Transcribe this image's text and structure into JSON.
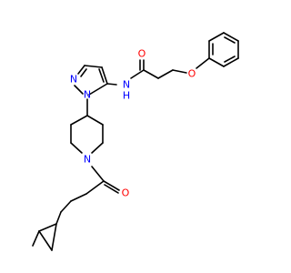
{
  "molecule": {
    "atoms": [
      {
        "id": "o_ether",
        "label": "O",
        "color": "#ff0000"
      },
      {
        "id": "o_amide",
        "label": "O",
        "color": "#ff0000"
      },
      {
        "id": "n_amide",
        "label": "N",
        "color": "#0000ff"
      },
      {
        "id": "h_amide",
        "label": "H",
        "color": "#0000ff"
      },
      {
        "id": "n_pyrazole_top",
        "label": "N",
        "color": "#0000ff"
      },
      {
        "id": "n_pyrazole_bottom",
        "label": "N",
        "color": "#0000ff"
      },
      {
        "id": "n_piperidine",
        "label": "N",
        "color": "#0000ff"
      },
      {
        "id": "o_ketone",
        "label": "O",
        "color": "#ff0000"
      }
    ]
  }
}
